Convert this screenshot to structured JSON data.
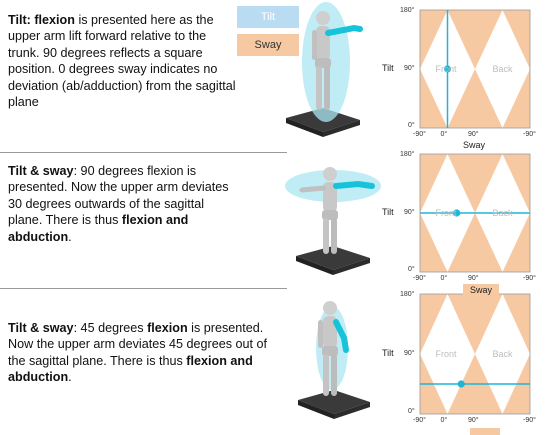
{
  "legend": {
    "tilt": "Tilt",
    "sway": "Sway",
    "tilt_color": "#b9dcf2",
    "sway_color": "#f6c9a3"
  },
  "rows": [
    {
      "prefix": "Tilt: ",
      "bold1": "flexion",
      "text1": " is presented here as the upper arm lift forward relative to the trunk. 90 degrees reflects a square position. 0 degrees sway indicates no deviation (ab/adduction) from the sagittal plane",
      "bold2": "",
      "text2": ""
    },
    {
      "prefix": "Tilt & sway",
      "bold1": "",
      "text1": ": 90 degrees flexion is presented. Now the upper arm deviates 30 degrees outwards of the sagittal plane. There is thus ",
      "bold2": "flexion and abduction",
      "text2": "."
    },
    {
      "prefix": "Tilt & sway",
      "bold1": "",
      "text1": ": 45 degrees ",
      "bold2": "flexion",
      "text2": " is presented. Now the upper arm deviates 45 degrees out of the sagittal plane. There is thus ",
      "bold3": "flexion and abduction",
      "text3": "."
    }
  ],
  "chart_common": {
    "y_tick_top": "180°",
    "y_tick_mid": "90°",
    "y_tick_bottom": "0°",
    "x_ticks": [
      "-90°",
      "0°",
      "90°",
      "-90°"
    ],
    "tilt_label": "Tilt",
    "sway_label": "Sway",
    "front_label": "Front",
    "back_label": "Back",
    "diamond_color": "#f6c9a3",
    "marker_color": "#1fb5d6"
  },
  "chart_data": [
    {
      "type": "scatter",
      "xlabel": "Sway",
      "ylabel": "Tilt",
      "x": [
        0
      ],
      "y": [
        90
      ]
    },
    {
      "type": "scatter",
      "xlabel": "Sway",
      "ylabel": "Tilt",
      "x": [
        30
      ],
      "y": [
        90
      ]
    },
    {
      "type": "scatter",
      "xlabel": "Sway",
      "ylabel": "Tilt",
      "x": [
        45
      ],
      "y": [
        45
      ]
    }
  ]
}
